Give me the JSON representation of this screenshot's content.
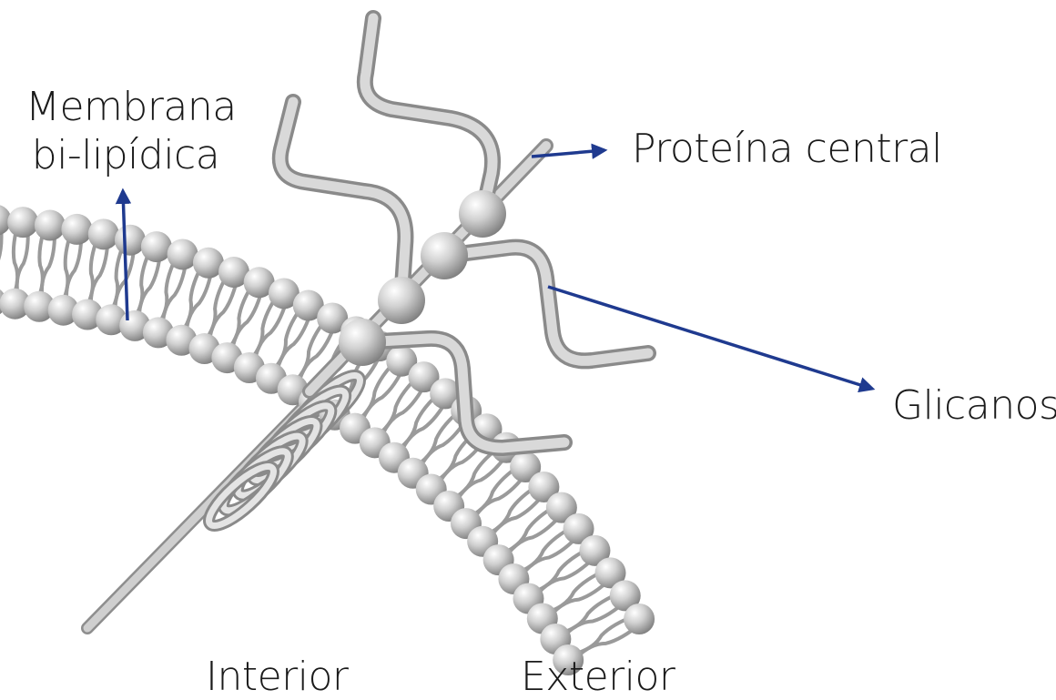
{
  "labels": {
    "membrane_line1": "Membrana",
    "membrane_line2": "bi-lipídica",
    "core_protein": "Proteína central",
    "glycans": "Glicanos",
    "interior": "Interior",
    "exterior": "Exterior"
  },
  "colors": {
    "background": "#ffffff",
    "arrow": "#1f3a8f",
    "structure": "#c8c8c8",
    "structure_shadow": "#8e8e8e",
    "text": "#1a1a1a"
  }
}
